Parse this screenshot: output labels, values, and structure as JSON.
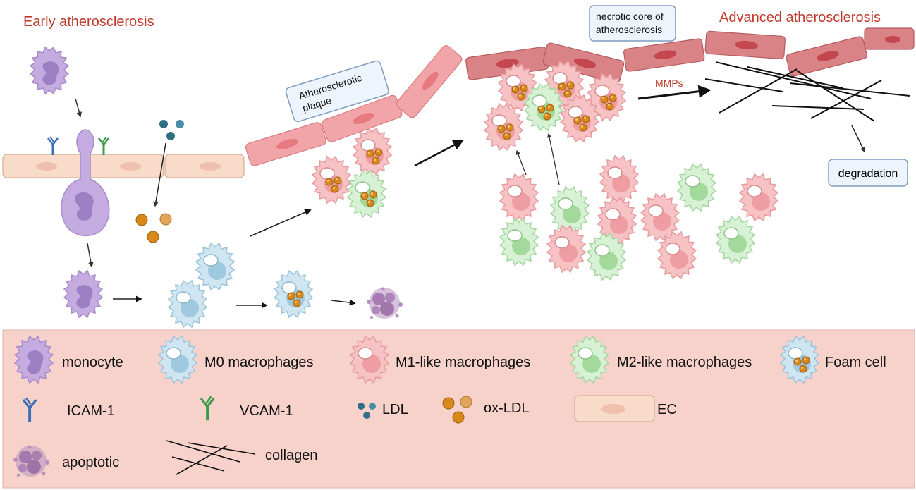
{
  "colors": {
    "title_red": "#c0392b",
    "legend_bg": "#f6d2cb",
    "ec_fill": "#f8dcc9",
    "ec_nucleus": "#efc0ad",
    "plaque_ec_fill": "#f2a5a8",
    "advanced_ec_fill": "#d98387",
    "monocyte": "#b89bd6",
    "m0": "#cfe6f2",
    "m1": "#f6c2c4",
    "m2": "#cfeecd",
    "oxldl": "#d98919",
    "ldl": "#2f6e85",
    "icam": "#3f6fb3",
    "vcam": "#3d9a4a",
    "box_fill": "#eef4fb",
    "box_stroke": "#7f9bc2"
  },
  "titles": {
    "early": "Early atherosclerosis",
    "advanced": "Advanced atherosclerosis"
  },
  "labels": {
    "plaque_line1": "Atherosclerotic",
    "plaque_line2": "plaque",
    "necrotic_line1": "necrotic core of",
    "necrotic_line2": "atherosclerosis",
    "mmps": "MMPs",
    "degradation": "degradation"
  },
  "legend": {
    "monocyte": "monocyte",
    "m0": "M0 macrophages",
    "m1": "M1-like macrophages",
    "m2": "M2-like macrophages",
    "foam": "Foam cell",
    "icam": "ICAM-1",
    "vcam": "VCAM-1",
    "ldl": "LDL",
    "oxldl": "ox-LDL",
    "ec": "EC",
    "apoptotic": "apoptotic",
    "collagen": "collagen"
  },
  "icons": [
    "monocyte-icon",
    "m0-macrophage-icon",
    "m1-macrophage-icon",
    "m2-macrophage-icon",
    "foam-cell-icon",
    "icam-1-icon",
    "vcam-1-icon",
    "ldl-icon",
    "ox-ldl-icon",
    "ec-icon",
    "apoptotic-icon",
    "collagen-icon"
  ]
}
